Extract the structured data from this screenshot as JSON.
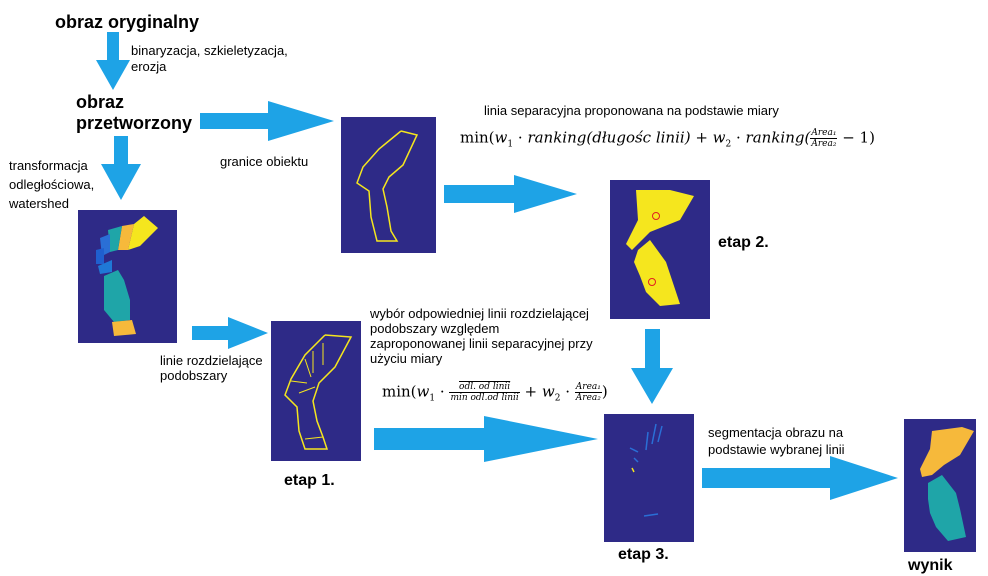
{
  "labels": {
    "original": "obraz oryginalny",
    "processing_steps": "binaryzacja, szkieletyzacja,\nerozja",
    "processed_line1": "obraz",
    "processed_line2": "przetworzony",
    "distance_transform": "transformacja\nodległościowa,\nwatershed",
    "object_borders": "granice obiektu",
    "separation_line": "linia separacyjna proponowana na podstawie miary",
    "dividing_lines": "linie rozdzielające\npodobszary",
    "choice_text": "wybór odpowiedniej linii rozdzielającej\npodobszary względem\nzaproponowanej linii separacyjnej przy\nużyciu miary",
    "segmentation_text": "segmentacja obrazu na\npodstawie wybranej linii",
    "stage1": "etap 1.",
    "stage2": "etap 2.",
    "stage3": "etap 3.",
    "result": "wynik"
  },
  "formula1": {
    "prefix": "min(",
    "w1": "w",
    "sub1": "1",
    "dot1": " · ",
    "rank1": "ranking(długośc linii)",
    "plus": " + ",
    "w2": "w",
    "sub2": "2",
    "dot2": " · ",
    "rank2": "ranking(",
    "num": "Area₁",
    "den": "Area₂",
    "suffix": " − 1)"
  },
  "formula2": {
    "prefix": "min(",
    "w1": "w",
    "sub1": "1",
    "dot1": " · ",
    "num1": "odl. od linii",
    "den1": "min odl.od linii",
    "plus": " + ",
    "w2": "w",
    "sub2": "2",
    "dot2": " · ",
    "num2": "Area₁",
    "den2": "Area₂",
    "suffix": ")"
  },
  "colors": {
    "arrow": "#1ea3e6",
    "panel_bg": "#2e2a87",
    "region_yellow": "#f5e61e",
    "region_orange": "#f6b93b",
    "region_teal": "#1fa5a8",
    "region_blue": "#2a6fd6",
    "marker_red": "#e02020"
  }
}
